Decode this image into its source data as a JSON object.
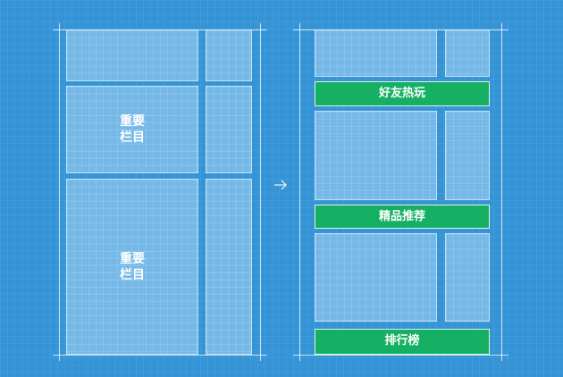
{
  "left_layout": {
    "important_label_1": "重要\n栏目",
    "important_label_2": "重要\n栏目"
  },
  "right_layout": {
    "bars": [
      "好友热玩",
      "精品推荐",
      "排行榜"
    ]
  },
  "icons": {
    "transition": "arrow-right-icon"
  },
  "colors": {
    "background": "#3494d6",
    "section_bar": "#15b063",
    "panel": "#aad6f5"
  }
}
